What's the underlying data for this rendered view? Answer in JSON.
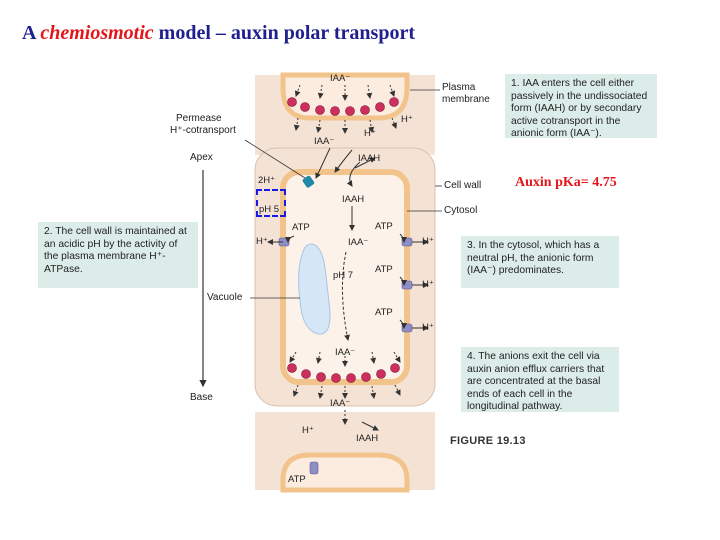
{
  "title": {
    "prefix": "A ",
    "emph": "chemiosmotic",
    "suffix": " model – auxin polar transport"
  },
  "pka_note": "Auxin pKa= 4.75",
  "notes": {
    "n1": "1. IAA enters the cell either passively in the undissociated form (IAAH) or by secondary active cotransport in the anionic form (IAA⁻).",
    "n2": "2. The cell wall is maintained at an acidic pH by the activity of the plasma membrane H⁺-ATPase.",
    "n3": "3. In the cytosol, which has a neutral pH, the anionic form (IAA⁻) predominates.",
    "n4": "4. The anions exit the cell via auxin anion efflux carriers that are concentrated at the basal ends of each cell in the longitudinal pathway."
  },
  "labels": {
    "plasma_membrane": "Plasma membrane",
    "permease": "Permease",
    "cotransport": "H⁺-cotransport",
    "apex": "Apex",
    "base": "Base",
    "cell_wall": "Cell wall",
    "cytosol": "Cytosol",
    "vacuole": "Vacuole",
    "figure": "FIGURE 19.13"
  },
  "species": {
    "iaa_minus": "IAA⁻",
    "iaah": "IAAH",
    "h_plus": "H⁺",
    "two_h_plus": "2H⁺",
    "atp": "ATP",
    "ph5": "pH 5",
    "ph7": "pH 7"
  },
  "colors": {
    "title": "#1f1f8f",
    "accent": "#e3161b",
    "note_bg": "#dcece9",
    "cell_bg": "#f4e2d5",
    "wall": "#f2c48c",
    "carrier": "#cc2f5e",
    "vacuole": "#d5e6f6",
    "atpase": "#8e8ec6",
    "permease": "#1e8aa6"
  }
}
